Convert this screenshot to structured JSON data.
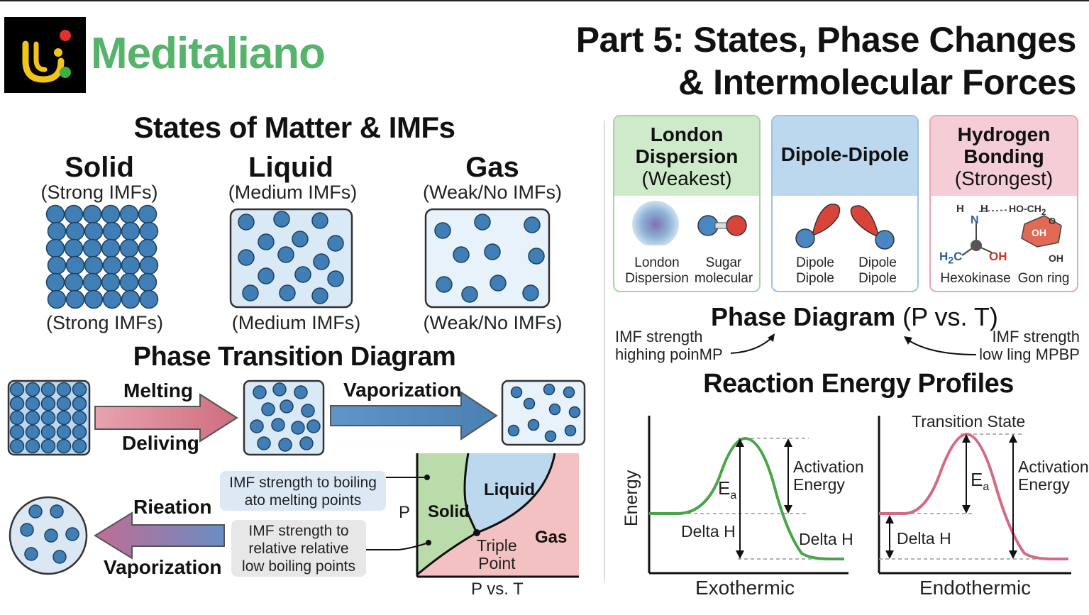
{
  "brand": {
    "name": "Meditaliano"
  },
  "header": {
    "title_line1": "Part 5: States, Phase Changes",
    "title_line2": "& Intermolecular Forces"
  },
  "states": {
    "title": "States of Matter & IMFs",
    "items": [
      {
        "name": "Solid",
        "sub_top": "(Strong IMFs)",
        "sub_bottom": "(Strong IMFs)"
      },
      {
        "name": "Liquid",
        "sub_top": "(Medium IMFs)",
        "sub_bottom": "(Medium IMFs)"
      },
      {
        "name": "Gas",
        "sub_top": "(Weak/No IMFs)",
        "sub_bottom": "(Weak/No IMFs)"
      }
    ]
  },
  "transition": {
    "title": "Phase Transition Diagram",
    "arrow1_top": "Melting",
    "arrow1_bottom": "Deliving",
    "arrow2_top": "Vaporization",
    "back_top": "Rieation",
    "back_bottom": "Vaporization",
    "note1_line1": "IMF strength to boiling",
    "note1_line2": "ato melting points",
    "note2_line1": "IMF strength to",
    "note2_line2": "relative relative",
    "note2_line3": "low boiling points"
  },
  "mini_phase": {
    "p_label": "P",
    "solid": "Solid",
    "liquid": "Liquid",
    "gas": "Gas",
    "triple_line1": "Triple",
    "triple_line2": "Point",
    "caption": "P vs. T"
  },
  "imf_cards": [
    {
      "head_line1": "London",
      "head_line2": "Dispersion",
      "head_line3": "(Weakest)",
      "cap1_line1": "London",
      "cap1_line2": "Dispersion",
      "cap2_line1": "Sugar",
      "cap2_line2": "molecular"
    },
    {
      "head_line1": "Dipole-Dipole",
      "cap1_line1": "Dipole",
      "cap1_line2": "Dipole",
      "cap2_line1": "Dipole",
      "cap2_line2": "Dipole"
    },
    {
      "head_line1": "Hydrogen",
      "head_line2": "Bonding",
      "head_line3": "(Strongest)",
      "cap1_line1": "Hexokinase",
      "cap2_line1": "Gon ring",
      "mol_h1": "H",
      "mol_n": "N",
      "mol_h2": "H",
      "mol_ho": "HO-CH",
      "mol_sub2": "2",
      "mol_h2c": "H",
      "mol_h2c_sub": "2",
      "mol_c": "C",
      "mol_oh1": "OH",
      "mol_oh2": "OH",
      "mol_oh3": "OH",
      "mol_o": "O"
    }
  ],
  "phase_diagram": {
    "title_bold": "Phase Diagram",
    "title_rest": "(P vs. T)",
    "left_line1": "IMF strength",
    "left_line2": "highing poinMP",
    "right_line1": "IMF strength",
    "right_line2": "low ling MPBP"
  },
  "energy": {
    "title": "Reaction Energy Profiles",
    "y_label": "Energy",
    "exo": {
      "ea": "E",
      "ea_sub": "a",
      "act_line1": "Activation",
      "act_line2": "Energy",
      "delta_left": "Delta H",
      "delta_right": "Delta H",
      "caption": "Exothermic"
    },
    "endo": {
      "ts": "Transition State",
      "ea": "E",
      "ea_sub": "a",
      "act_line1": "Activation",
      "act_line2": "Energy",
      "delta": "Delta H",
      "caption": "Endothermic"
    }
  },
  "colors": {
    "brand_green": "#55b36a",
    "solid_green": "#b9dcaa",
    "liquid_blue": "#bcd8ee",
    "gas_pink": "#f3c1c1",
    "exo_curve": "#4aa54a",
    "endo_curve": "#d46a86",
    "particle": "#3f7fb6"
  }
}
